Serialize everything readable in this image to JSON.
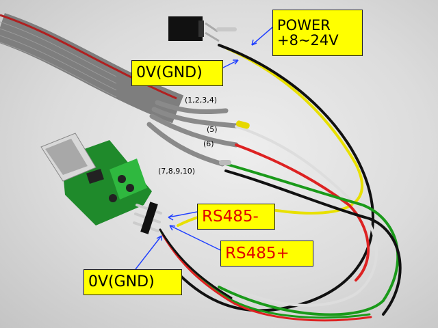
{
  "photo": {
    "subject": "usb-rs485-adapter-wiring"
  },
  "labels": {
    "power_line1": "POWER",
    "power_line2": "+8~24V",
    "gnd_top": "0V(GND)",
    "rs485_minus": "RS485-",
    "rs485_plus": "RS485+",
    "gnd_bottom": "0V(GND)"
  },
  "pins": {
    "p1234": "(1,2,3,4)",
    "p5": "(5)",
    "p6": "(6)",
    "p78910": "(7,8,9,10)"
  },
  "colors": {
    "label_bg": "#ffff00",
    "label_text": "#000000",
    "label_text_red": "#e00000",
    "arrow": "#2040ff",
    "pcb": "#1f8a2b",
    "terminal": "#2fb83f"
  }
}
